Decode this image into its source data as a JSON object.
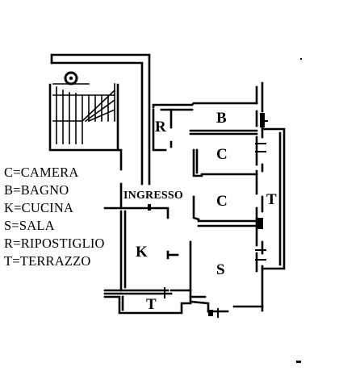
{
  "legend": {
    "items": [
      "C=CAMERA",
      "B=BAGNO",
      "K=CUCINA",
      "S=SALA",
      "R=RIPOSTIGLIO",
      "T=TERRAZZO"
    ]
  },
  "rooms": {
    "ripostiglio": "R",
    "bagno": "B",
    "camera_1": "C",
    "camera_2": "C",
    "ingresso": "INGRESSO",
    "terrazzo_east": "T",
    "cucina": "K",
    "sala": "S",
    "terrazzo_south": "T"
  },
  "colors": {
    "ink": "#000000",
    "paper": "#ffffff"
  }
}
